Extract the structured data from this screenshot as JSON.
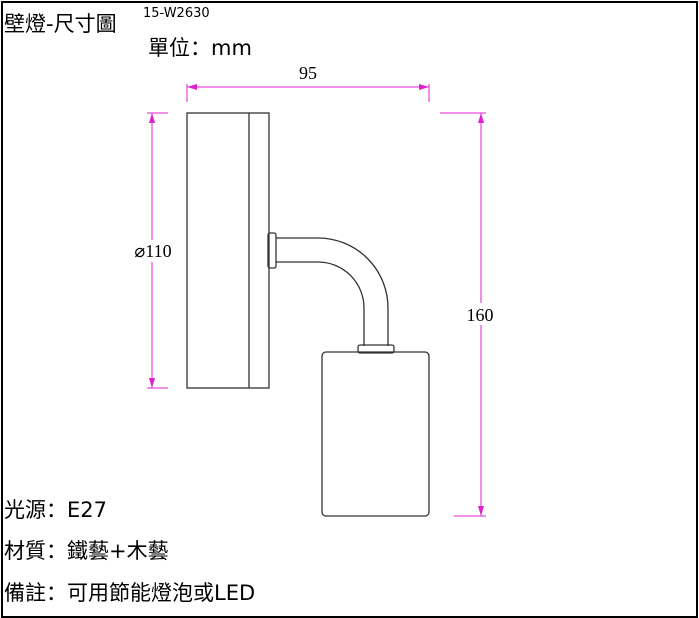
{
  "title": "壁燈-尺寸圖",
  "model_code": "15-W2630",
  "unit": "單位：mm",
  "dimensions": {
    "width": "95",
    "diameter": "⌀110",
    "height": "160"
  },
  "specs": {
    "light_source": "光源：E27",
    "material": "材質：鐵藝+木藝",
    "note": "備註：可用節能燈泡或LED"
  },
  "colors": {
    "dimension_line": "#e020d0",
    "outline": "#333333",
    "frame": "#000000"
  }
}
